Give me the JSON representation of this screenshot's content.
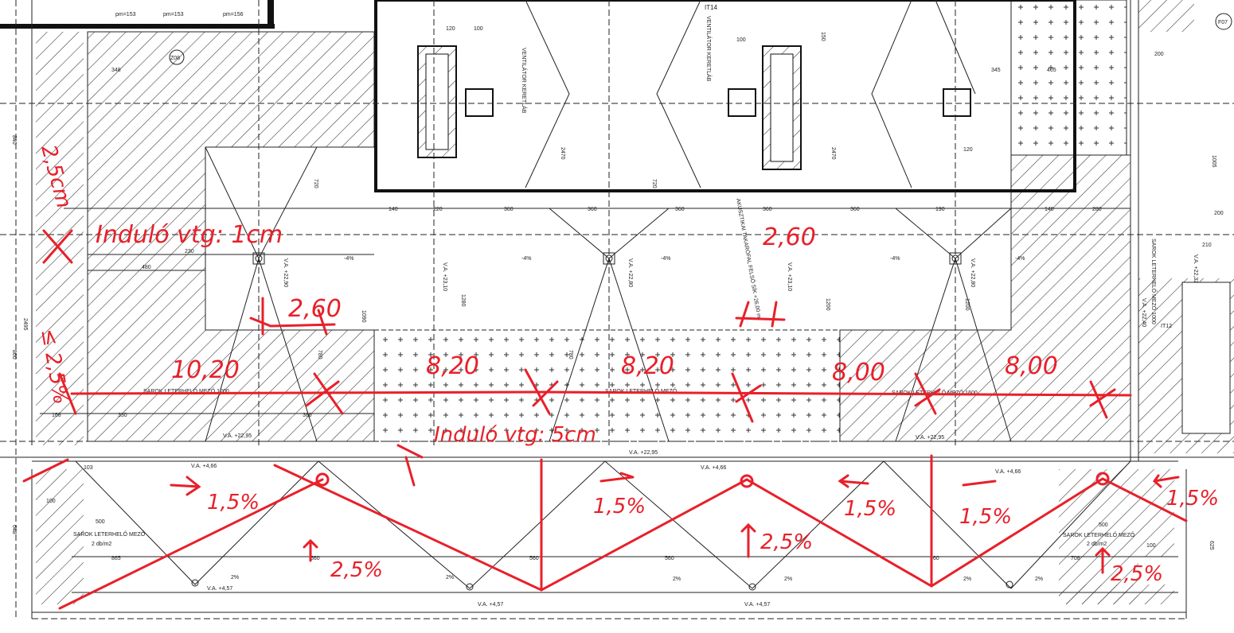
{
  "drawing": {
    "labels": {
      "corner_zone_top_left": "SAROK LETERHELŐ MEZŐ   1200",
      "corner_zone_top_middle": "SAROK LETERHELŐ MEZŐ",
      "corner_zone_top_right": "SAROK LETERHELŐ MEZŐ   1600",
      "corner_zone_bottom_left": "SAROK LETERHELŐ MEZŐ",
      "corner_zone_bottom_left_load": "2 db/m2",
      "corner_zone_bottom_right": "SAROK LETERHELŐ MEZŐ",
      "corner_zone_bottom_right_load": "2 db/m2",
      "corner_zone_right_vertical": "SAROK LETERHELŐ MEZŐ 1000",
      "ventilator_frame_1": "VENTILÁTOR KERETLÁB",
      "ventilator_frame_2": "VENTILÁTOR KERETLÁB",
      "acoustic_wall": "AKUSZTIKAI TAKARÓFAL FELSŐ SÍK +26,00 m",
      "tag_it14": "IT14",
      "tag_it12": "IT12",
      "tag_f07": "F07",
      "tag_z08": "Z08",
      "pm_labels": [
        "pm=153",
        "pm=153",
        "pm=156"
      ]
    },
    "dimensions_top_row": [
      "140",
      "220",
      "360",
      "360",
      "360",
      "360",
      "360",
      "190",
      "140",
      "280"
    ],
    "dimensions_top_box": [
      "120",
      "100",
      "100",
      "120",
      "405",
      "345",
      "200",
      "150"
    ],
    "dimensions_vertical": [
      "2470",
      "2470",
      "1280",
      "1090",
      "1200",
      "1200",
      "780",
      "780",
      "720",
      "720",
      "1005",
      "840",
      "2495",
      "860",
      "648",
      "625"
    ],
    "dimensions_misc": [
      "230",
      "480",
      "168",
      "330",
      "380",
      "348",
      "210",
      "200"
    ],
    "dimensions_bottom_row": [
      "103",
      "500",
      "865",
      "560",
      "560",
      "560",
      "560",
      "708",
      "500",
      "100",
      "100"
    ],
    "elevations": [
      "V.A. +22,90",
      "V.A. +23,10",
      "V.A. +22,80",
      "V.A. +23,10",
      "V.A. +22,80",
      "V.A. +22,95",
      "V.A. +22,95",
      "V.A. +22,95",
      "V.A. +4,66",
      "V.A. +4,66",
      "V.A. +4,66",
      "V.A. +4,57",
      "V.A. +4,57",
      "V.A. +4,57",
      "V.A. +22,32",
      "V.A. +22,40"
    ],
    "slopes": [
      "-4%",
      "-4%",
      "-4%",
      "-4%",
      "-4%",
      "2%",
      "2%",
      "2%",
      "2%",
      "2%",
      "2%"
    ]
  },
  "annotations": {
    "start_thickness_top": "Induló vtg: 1cm",
    "start_thickness_bottom": "Induló vtg: 5cm",
    "left_vertical_1": "2,5cm",
    "left_vertical_2": "≤ 2,5%",
    "distance_260_a": "2,60",
    "distance_260_b": "2,60",
    "spans": [
      "10,20",
      "8,20",
      "8,20",
      "8,00",
      "8,00"
    ],
    "slope_15": [
      "1,5%",
      "1,5%",
      "1,5%",
      "1,5%",
      "1,5%"
    ],
    "slope_25": [
      "2,5%",
      "2,5%",
      "2,5%"
    ],
    "color": "#e8202a"
  }
}
